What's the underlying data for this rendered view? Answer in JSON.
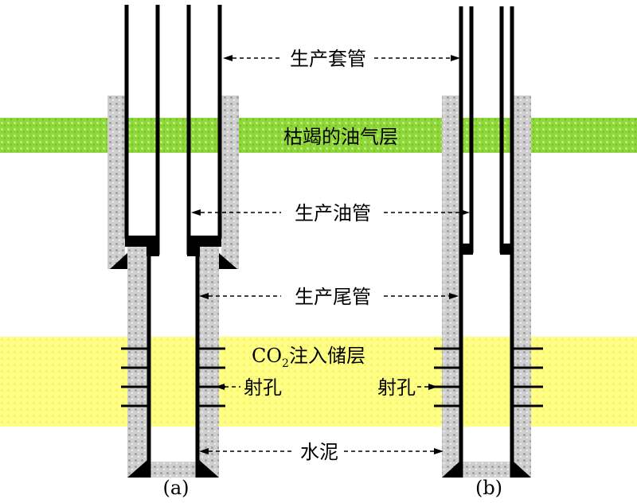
{
  "labels": {
    "production_casing": "生产套管",
    "depleted_layer": "枯竭的油气层",
    "production_tubing": "生产油管",
    "production_liner": "生产尾管",
    "co2_prefix": "CO",
    "co2_sub": "2",
    "co2_suffix": "注入储层",
    "perforation_left": "射孔",
    "perforation_right": "射孔",
    "cement": "水泥",
    "panel_a": "(a)",
    "panel_b": "(b)"
  },
  "colors": {
    "depleted_layer": "#7ed321",
    "co2_layer": "#ffff80",
    "cement": "#c8c8c8",
    "steel": "#000000"
  }
}
